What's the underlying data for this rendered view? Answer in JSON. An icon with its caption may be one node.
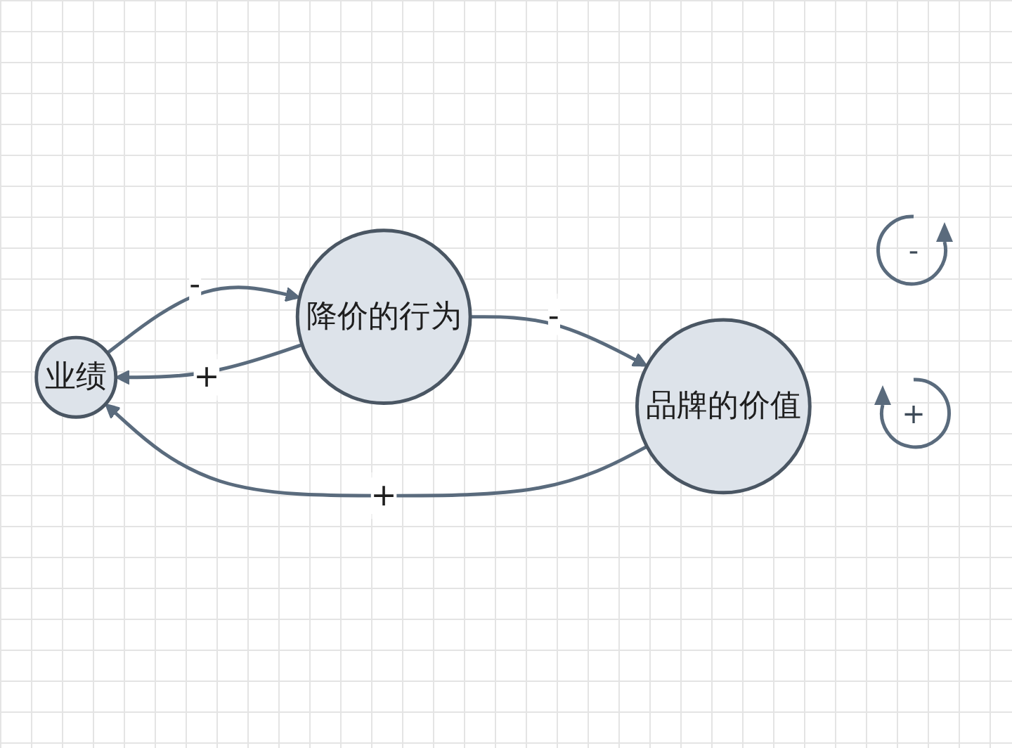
{
  "diagram": {
    "nodes": [
      {
        "text": [
          "业绩"
        ]
      },
      {
        "text": [
          "降价的行为"
        ]
      },
      {
        "text": [
          "品牌的价值"
        ]
      }
    ],
    "edges": [
      {
        "from": 0,
        "to": 1,
        "arrow": "to",
        "label": "-"
      },
      {
        "from": 1,
        "to": 0,
        "arrow": "to",
        "label": "+"
      },
      {
        "from": 1,
        "to": 2,
        "arrow": "to",
        "label": "-"
      },
      {
        "from": 2,
        "to": 0,
        "arrow": "to",
        "label": "+"
      }
    ],
    "labels": [
      "-",
      "+"
    ]
  }
}
